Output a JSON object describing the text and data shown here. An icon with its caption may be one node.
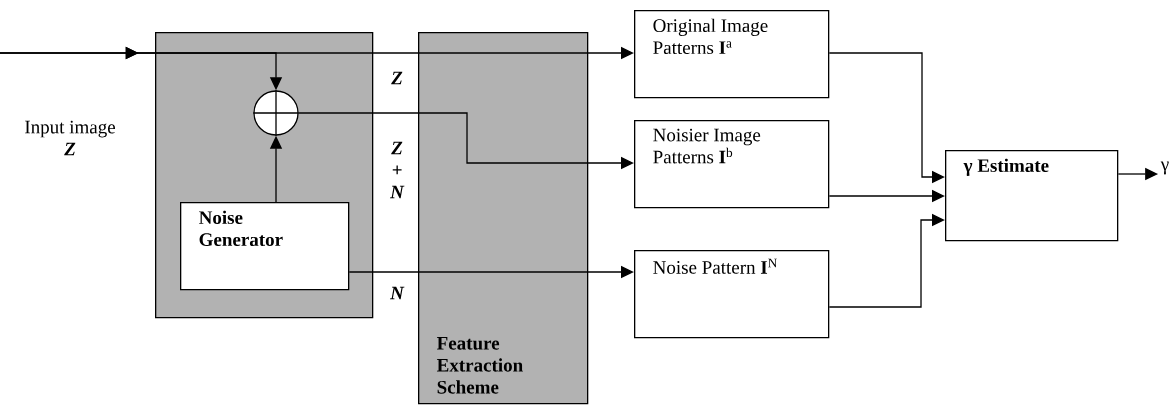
{
  "diagram": {
    "nodes": [
      {
        "text": [
          "Input image",
          "Z"
        ]
      },
      {
        "text": [],
        "shape": "box"
      },
      {
        "text": [],
        "shape": "circle",
        "in": 1
      },
      {
        "text": [
          "Noise Generator"
        ],
        "in": 1
      },
      {
        "text": [
          "Feature Extraction Scheme"
        ]
      },
      {
        "text": [
          "Original Image Patterns **I**$^{a}$"
        ]
      },
      {
        "text": [
          "Noisier Image Patterns **I**$^{b}$"
        ]
      },
      {
        "text": [
          "Noise Pattern **I**$^{N}$"
        ]
      },
      {
        "text": [
          "γ Estimate"
        ]
      },
      {
        "text": [
          "γ"
        ]
      }
    ],
    "edges": [
      {
        "from": 0,
        "to": 2,
        "arrow": "to"
      },
      {
        "from": 0,
        "to": 4,
        "arrow": "to",
        "label": "Z"
      },
      {
        "from": 3,
        "to": 2,
        "arrow": "to"
      },
      {
        "from": 2,
        "to": 4,
        "arrow": "none",
        "label": "Z + N"
      },
      {
        "from": 3,
        "to": 4,
        "arrow": "none",
        "label": "N"
      },
      {
        "from": 4,
        "to": 5,
        "arrow": "to"
      },
      {
        "from": 4,
        "to": 6,
        "arrow": "to"
      },
      {
        "from": 4,
        "to": 7,
        "arrow": "to"
      },
      {
        "from": 5,
        "to": 8,
        "arrow": "to"
      },
      {
        "from": 6,
        "to": 8,
        "arrow": "to"
      },
      {
        "from": 7,
        "to": 8,
        "arrow": "to"
      },
      {
        "from": 8,
        "to": 9,
        "arrow": "to"
      }
    ]
  }
}
